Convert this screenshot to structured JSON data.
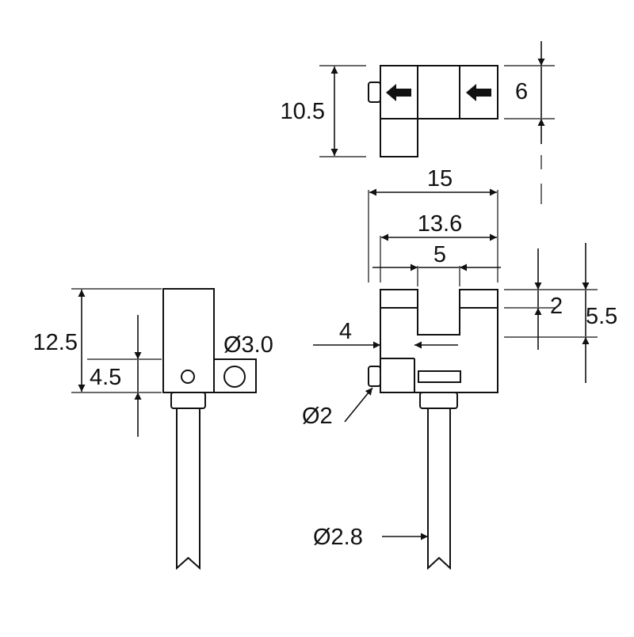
{
  "drawing": {
    "colors": {
      "line": "#111111",
      "background": "#ffffff"
    },
    "top_view": {
      "dimensions": {
        "height": "10.5",
        "slot": "6"
      }
    },
    "side_view": {
      "dimensions": {
        "height": "12.5",
        "lower": "4.5",
        "hole": "Ø3.0"
      }
    },
    "front_view": {
      "dimensions": {
        "overall_width": "15",
        "inner_width": "13.6",
        "slot_width": "5",
        "top": "2",
        "depth": "5.5",
        "offset": "4",
        "pin": "Ø2",
        "cable": "Ø2.8"
      }
    }
  }
}
